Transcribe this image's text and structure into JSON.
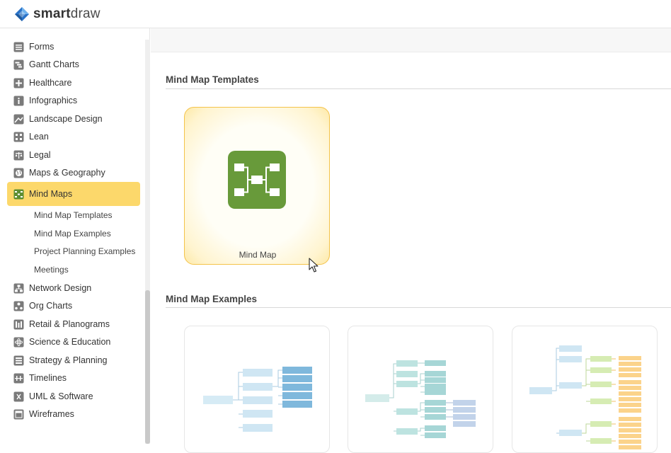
{
  "app": {
    "logo_text_bold": "smart",
    "logo_text_light": "draw"
  },
  "sidebar": {
    "items": [
      {
        "label": "Forms",
        "icon": "forms-icon"
      },
      {
        "label": "Gantt Charts",
        "icon": "gantt-icon"
      },
      {
        "label": "Healthcare",
        "icon": "healthcare-icon"
      },
      {
        "label": "Infographics",
        "icon": "infographics-icon"
      },
      {
        "label": "Landscape Design",
        "icon": "landscape-icon"
      },
      {
        "label": "Lean",
        "icon": "lean-icon"
      },
      {
        "label": "Legal",
        "icon": "legal-scale-icon"
      },
      {
        "label": "Maps & Geography",
        "icon": "globe-icon"
      },
      {
        "label": "Mind Maps",
        "icon": "mind-map-icon",
        "active": true
      },
      {
        "label": "Network Design",
        "icon": "network-icon"
      },
      {
        "label": "Org Charts",
        "icon": "org-chart-icon"
      },
      {
        "label": "Retail & Planograms",
        "icon": "retail-icon"
      },
      {
        "label": "Science & Education",
        "icon": "atom-icon"
      },
      {
        "label": "Strategy & Planning",
        "icon": "strategy-icon"
      },
      {
        "label": "Timelines",
        "icon": "timeline-icon"
      },
      {
        "label": "UML & Software",
        "icon": "uml-icon"
      },
      {
        "label": "Wireframes",
        "icon": "wireframe-icon"
      }
    ],
    "subitems": [
      "Mind Map Templates",
      "Mind Map Examples",
      "Project Planning Examples",
      "Meetings"
    ]
  },
  "main": {
    "templates_title": "Mind Map Templates",
    "template_card_label": "Mind Map",
    "examples_title": "Mind Map Examples"
  },
  "colors": {
    "active": "#fcd86b",
    "icon_green": "#689a3a",
    "node_blue": "#cfe6f3",
    "node_dark_blue": "#7fb8dc",
    "node_teal": "#bde3e0",
    "node_green": "#d6ecb3",
    "node_orange": "#fbd38b"
  }
}
